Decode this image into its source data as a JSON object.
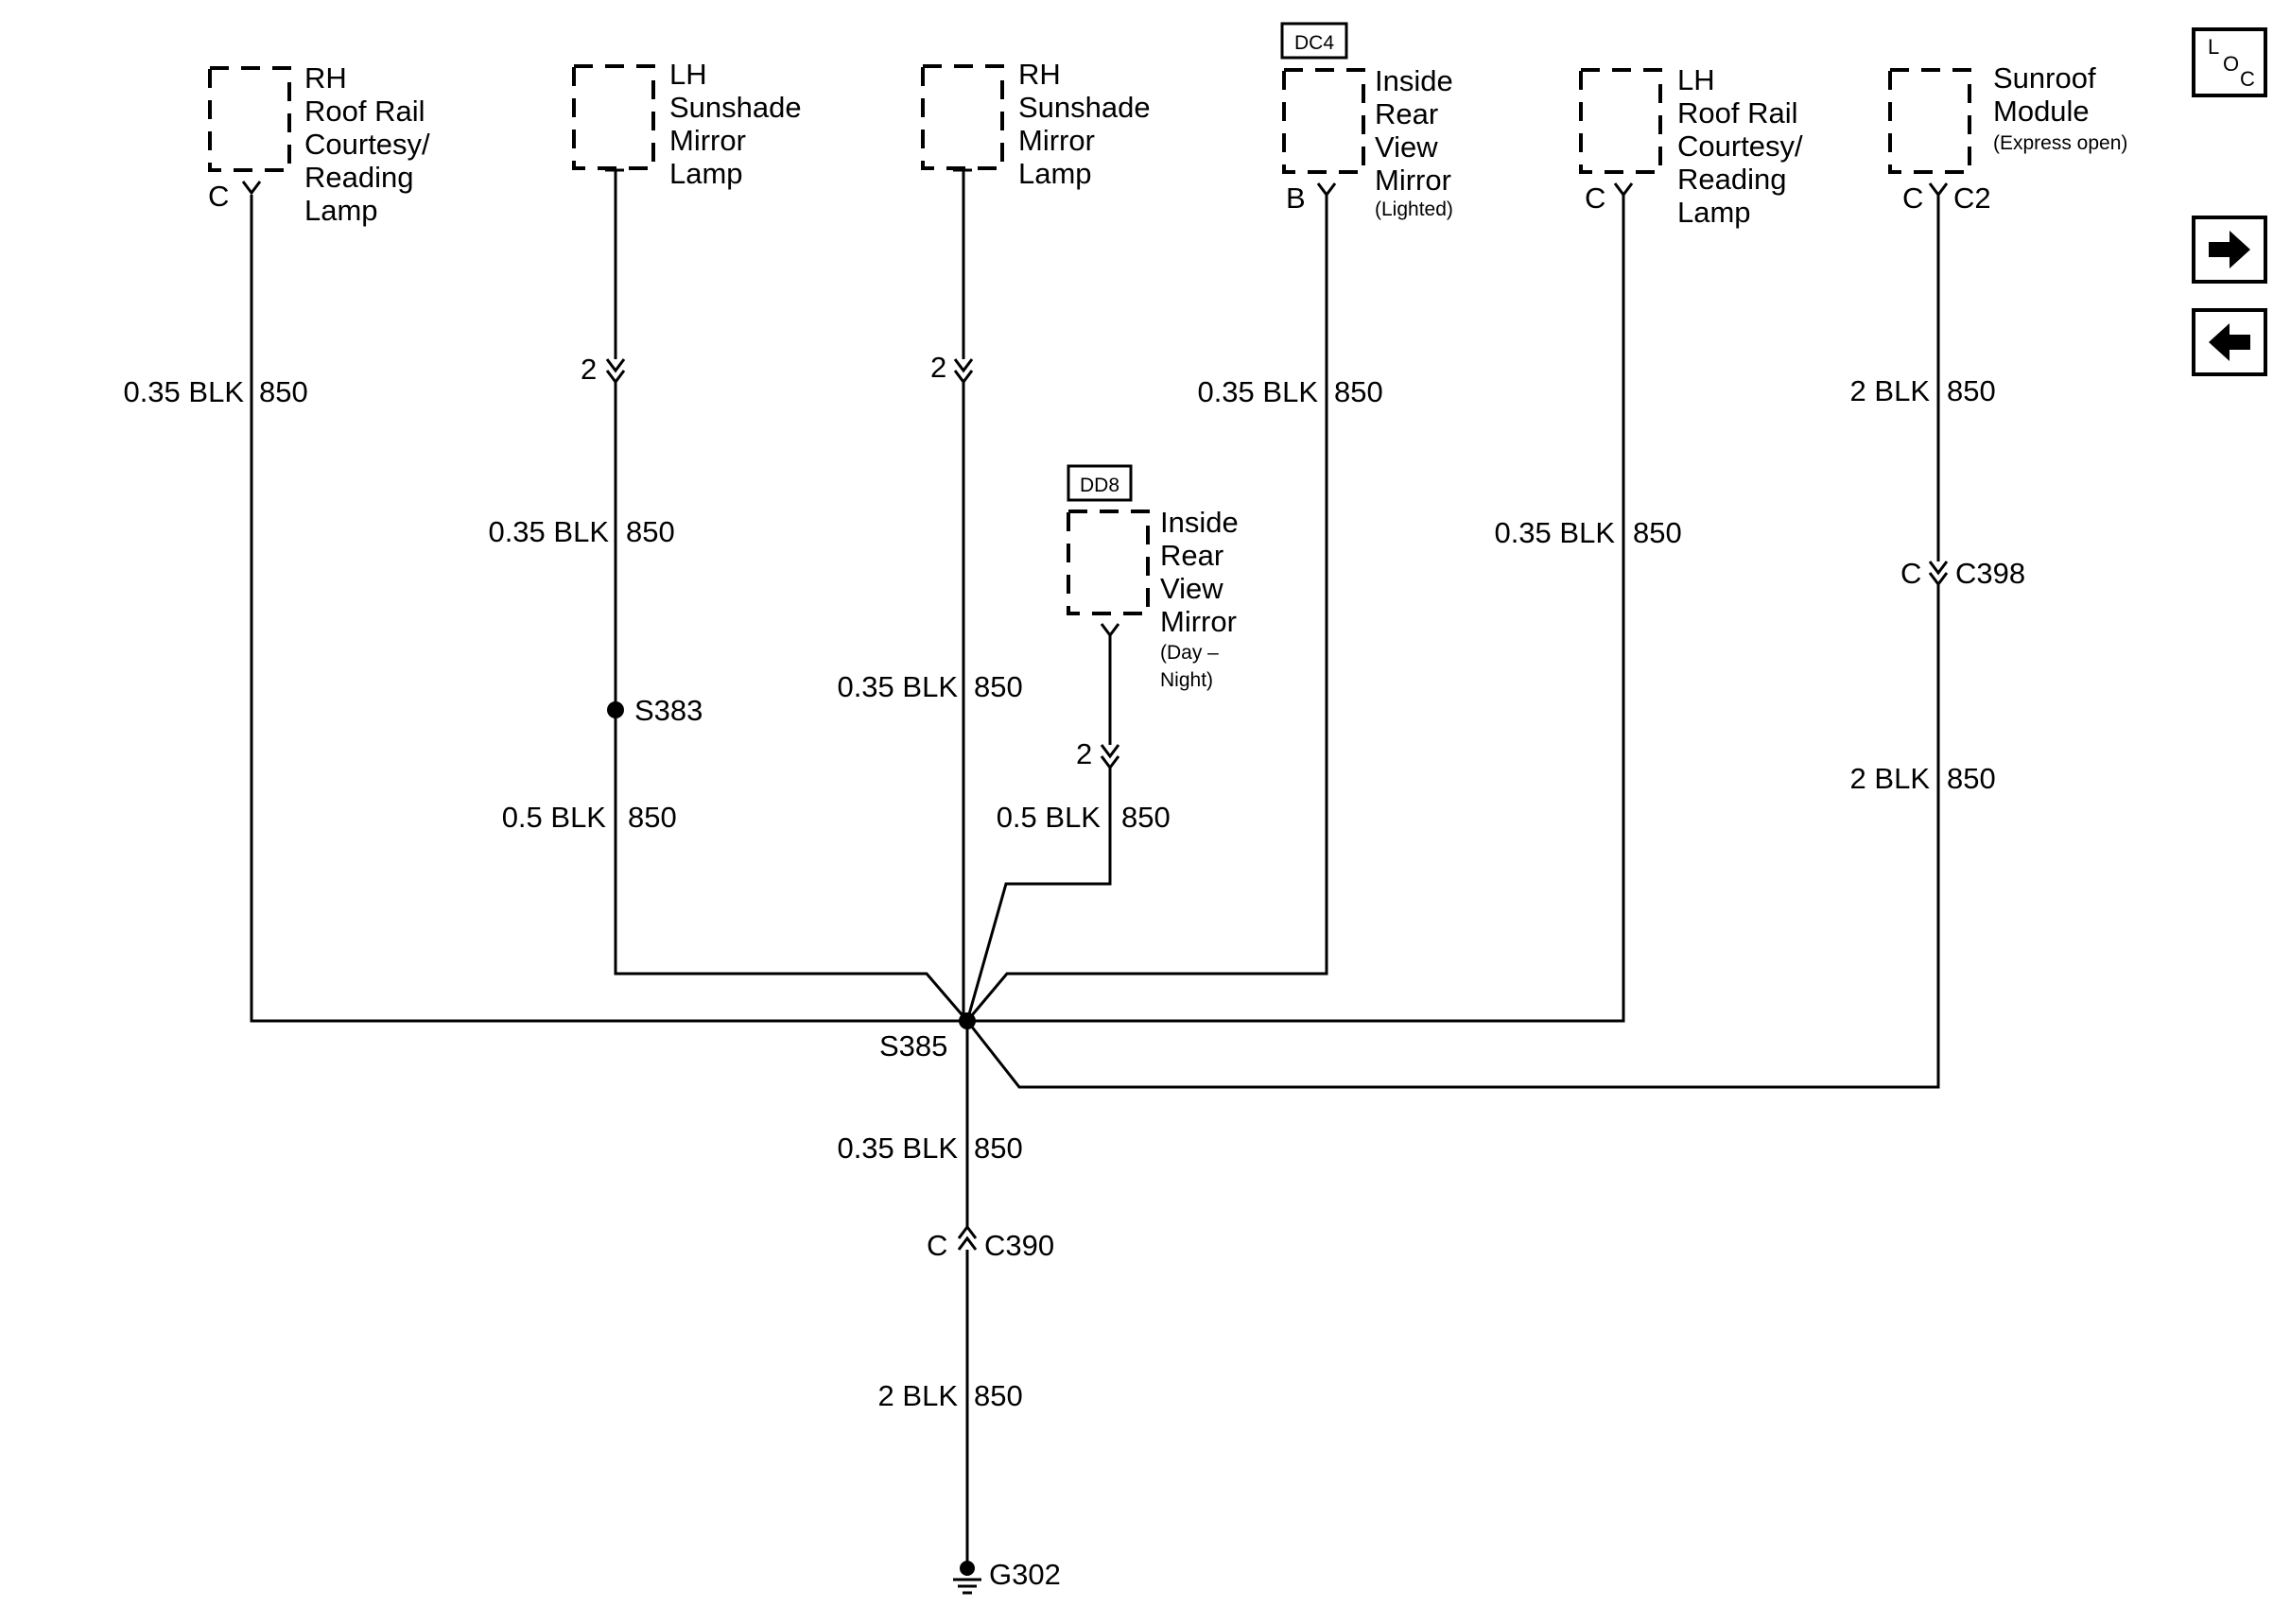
{
  "components": {
    "rh_roof_rail": [
      "RH",
      "Roof Rail",
      "Courtesy/",
      "Reading",
      "Lamp"
    ],
    "lh_sunshade": [
      "LH",
      "Sunshade",
      "Mirror",
      "Lamp"
    ],
    "rh_sunshade": [
      "RH",
      "Sunshade",
      "Mirror",
      "Lamp"
    ],
    "dc4_mirror": [
      "Inside",
      "Rear",
      "View",
      "Mirror"
    ],
    "dc4_mirror_note": "(Lighted)",
    "dc4_tag": "DC4",
    "lh_roof_rail": [
      "LH",
      "Roof Rail",
      "Courtesy/",
      "Reading",
      "Lamp"
    ],
    "sunroof": [
      "Sunroof",
      "Module"
    ],
    "sunroof_note": "(Express open)",
    "dd8_mirror": [
      "Inside",
      "Rear",
      "View",
      "Mirror"
    ],
    "dd8_mirror_note": [
      "(Day –",
      "Night)"
    ],
    "dd8_tag": "DD8"
  },
  "pins": {
    "rh_roof_rail": "C",
    "dc4_mirror": "B",
    "lh_roof_rail": "C",
    "sunroof_pin": "C",
    "sunroof_conn": "C2",
    "lh_sunshade_conn": "2",
    "rh_sunshade_conn": "2",
    "dd8_conn": "2"
  },
  "wires": {
    "w1": {
      "gauge": "0.35 BLK",
      "circuit": "850"
    },
    "w2": {
      "gauge": "0.35 BLK",
      "circuit": "850"
    },
    "w3": {
      "gauge": "0.5 BLK",
      "circuit": "850"
    },
    "w4": {
      "gauge": "0.35 BLK",
      "circuit": "850"
    },
    "w5": {
      "gauge": "0.5 BLK",
      "circuit": "850"
    },
    "w6": {
      "gauge": "0.35 BLK",
      "circuit": "850"
    },
    "w7": {
      "gauge": "0.35 BLK",
      "circuit": "850"
    },
    "w8": {
      "gauge": "2 BLK",
      "circuit": "850"
    },
    "w9": {
      "gauge": "2 BLK",
      "circuit": "850"
    },
    "w10": {
      "gauge": "0.35 BLK",
      "circuit": "850"
    },
    "w11": {
      "gauge": "2 BLK",
      "circuit": "850"
    }
  },
  "splices": {
    "s383": "S383",
    "s385": "S385"
  },
  "connectors": {
    "c398_pin": "C",
    "c398_name": "C398",
    "c390_pin": "C",
    "c390_name": "C390"
  },
  "ground": "G302",
  "nav": {
    "loc_l": "L",
    "loc_o": "O",
    "loc_c": "C",
    "next_icon": "arrow-right-icon",
    "prev_icon": "arrow-left-icon"
  }
}
